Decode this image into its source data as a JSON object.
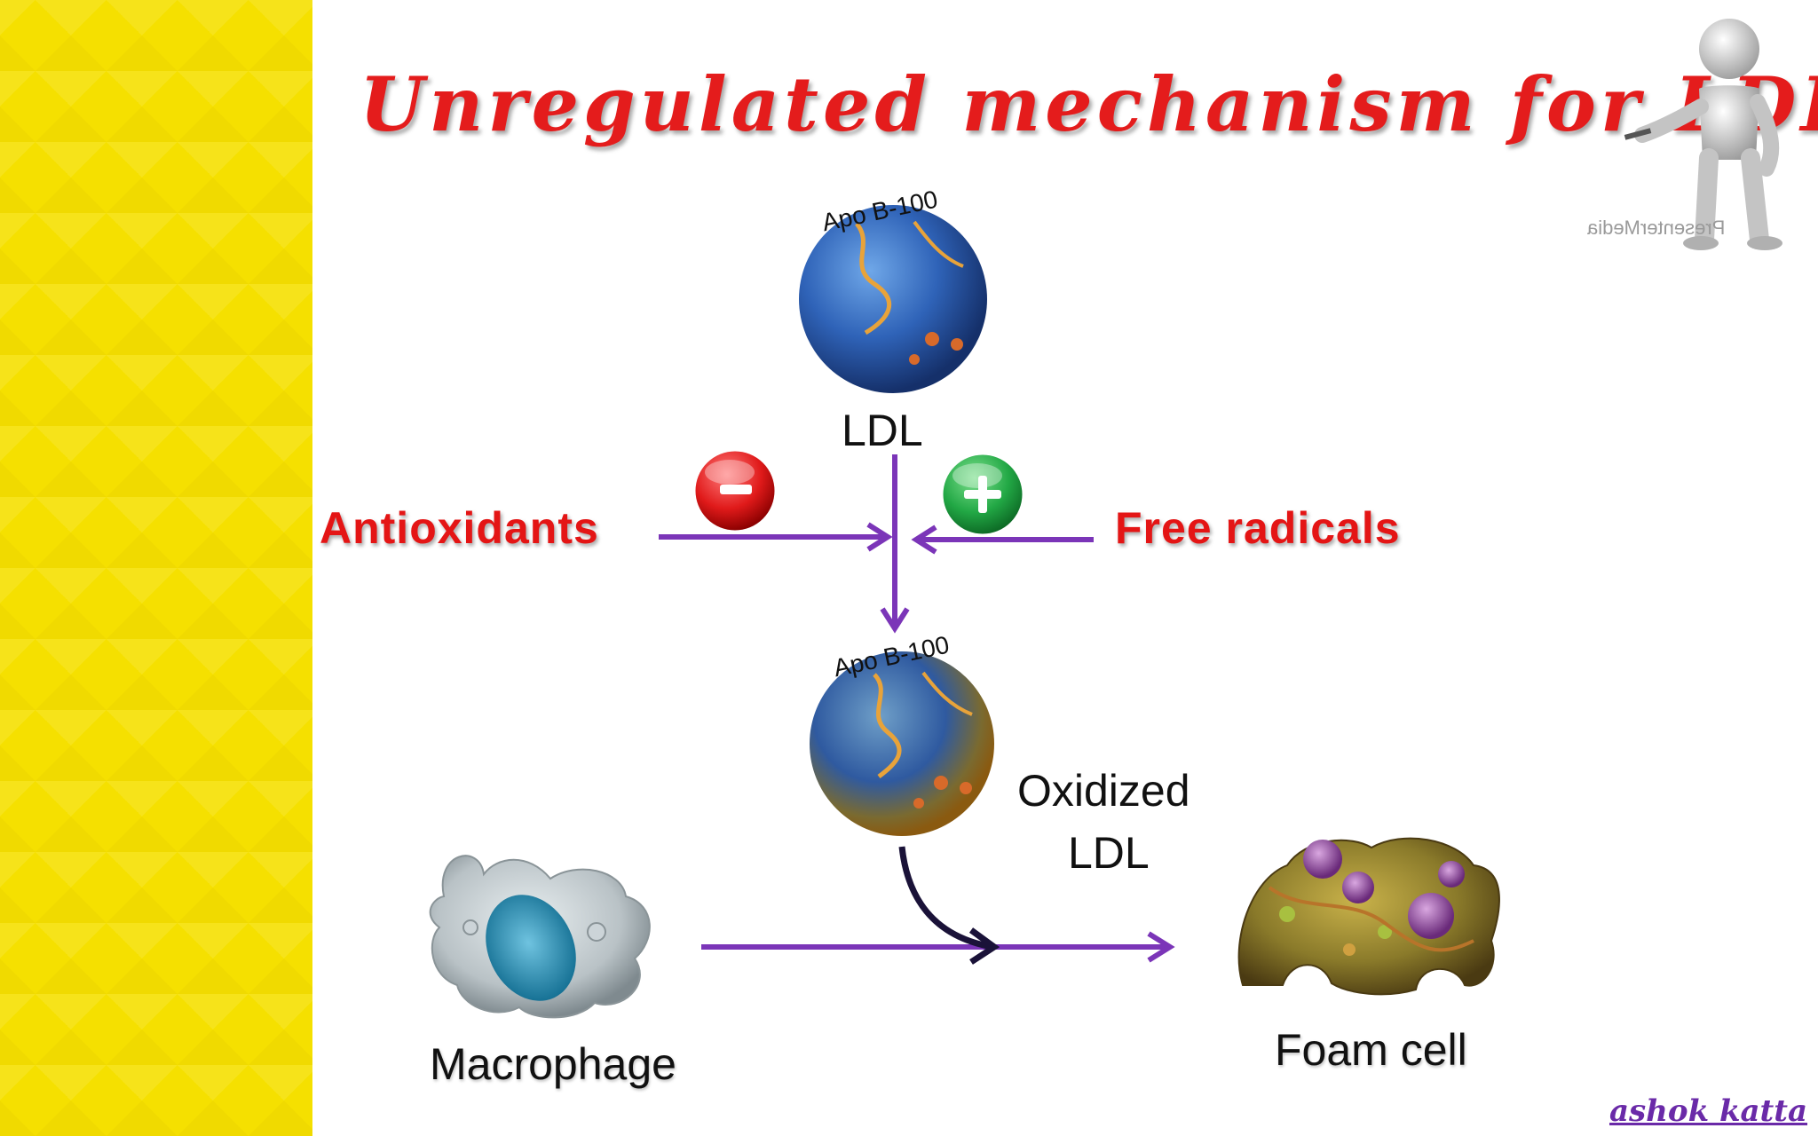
{
  "title": "Unregulated mechanism for LDL",
  "diagram": {
    "ldl_top": {
      "apo_label": "Apo B-100",
      "label": "LDL"
    },
    "antioxidants": {
      "label": "Antioxidants",
      "sign": "−"
    },
    "free_radicals": {
      "label": "Free radicals",
      "sign": "+"
    },
    "oxidized_ldl": {
      "apo_label": "Apo B-100",
      "label_line1": "Oxidized",
      "label_line2": "LDL"
    },
    "macrophage": {
      "label": "Macrophage"
    },
    "foam_cell": {
      "label": "Foam cell"
    }
  },
  "watermark": "PresenterMedia",
  "signature": "ashok katta",
  "colors": {
    "accent": "#e41c1c",
    "arrow": "#7b35b8",
    "sidebar": "#f5e000",
    "plus": "#22a845",
    "minus": "#e01a1a",
    "curved_arrow": "#1a1238"
  }
}
